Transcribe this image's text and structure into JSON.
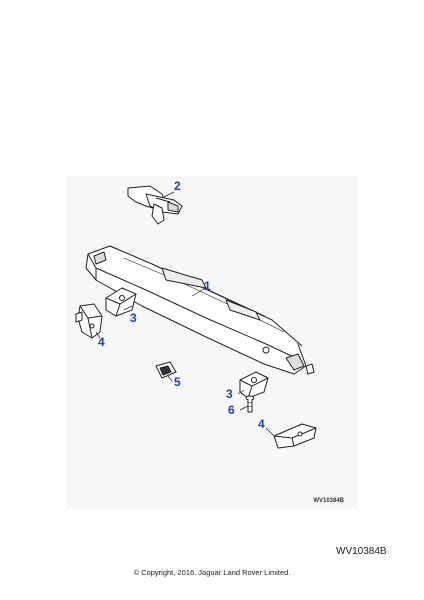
{
  "diagram": {
    "panel_code": "WV10384B",
    "callouts": [
      {
        "id": "c2",
        "label": "2"
      },
      {
        "id": "c1",
        "label": "1"
      },
      {
        "id": "c3a",
        "label": "3"
      },
      {
        "id": "c4a",
        "label": "4"
      },
      {
        "id": "c5",
        "label": "5"
      },
      {
        "id": "c3b",
        "label": "3"
      },
      {
        "id": "c6",
        "label": "6"
      },
      {
        "id": "c4b",
        "label": "4"
      }
    ],
    "callout_color": "#1f3fb5"
  },
  "footer": {
    "reference_code": "WV10384B",
    "copyright": "© Copyright, 2016. Jaguar Land Rover Limited."
  }
}
